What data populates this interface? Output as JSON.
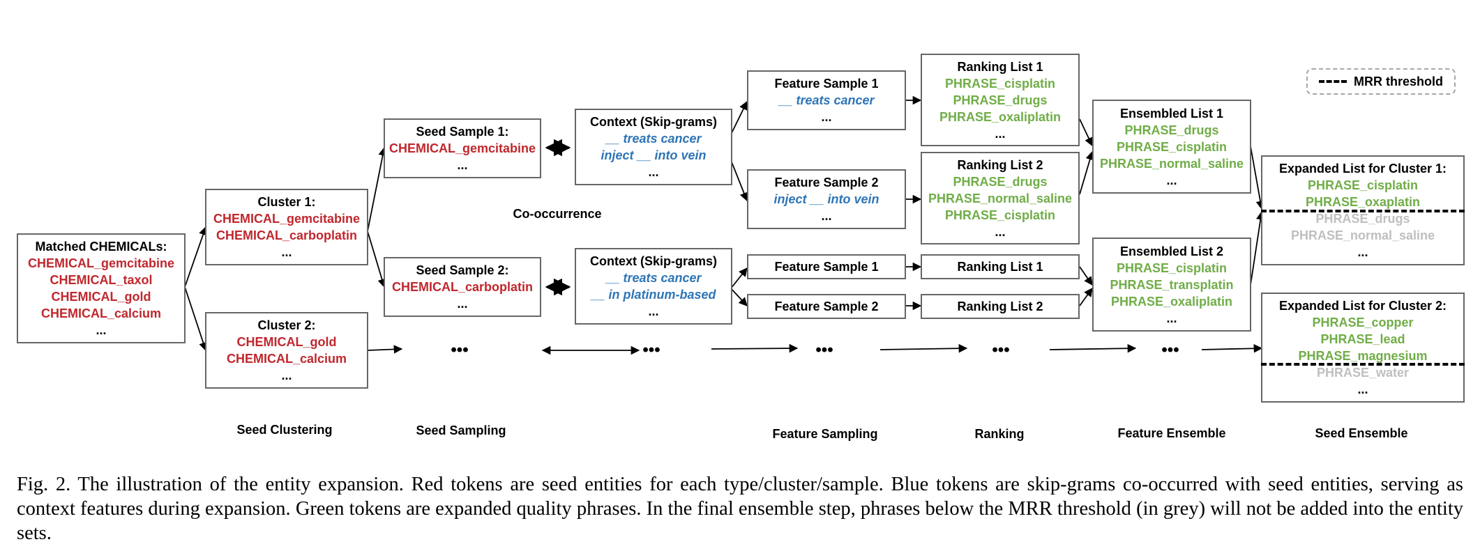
{
  "boxes": {
    "matched": {
      "title": "Matched CHEMICALs:",
      "items": [
        "CHEMICAL_gemcitabine",
        "CHEMICAL_taxol",
        "CHEMICAL_gold",
        "CHEMICAL_calcium",
        "..."
      ]
    },
    "cluster1": {
      "title": "Cluster 1:",
      "items": [
        "CHEMICAL_gemcitabine",
        "CHEMICAL_carboplatin",
        "..."
      ]
    },
    "cluster2": {
      "title": "Cluster 2:",
      "items": [
        "CHEMICAL_gold",
        "CHEMICAL_calcium",
        "..."
      ]
    },
    "seed1": {
      "title": "Seed Sample 1:",
      "items": [
        "CHEMICAL_gemcitabine",
        "..."
      ]
    },
    "seed2": {
      "title": "Seed Sample 2:",
      "items": [
        "CHEMICAL_carboplatin",
        "..."
      ]
    },
    "context1": {
      "title": "Context (Skip-grams)",
      "items": [
        "__ treats cancer",
        "inject __ into vein",
        "..."
      ]
    },
    "context2": {
      "title": "Context (Skip-grams)",
      "items": [
        "__ treats cancer",
        "__ in platinum-based",
        "..."
      ]
    },
    "feat1a": {
      "title": "Feature Sample 1",
      "items": [
        "__ treats cancer",
        "..."
      ]
    },
    "feat1b": {
      "title": "Feature Sample 2",
      "items": [
        "inject __ into vein",
        "..."
      ]
    },
    "feat2a": {
      "title": "Feature Sample 1"
    },
    "feat2b": {
      "title": "Feature Sample 2"
    },
    "rank1a": {
      "title": "Ranking List 1",
      "items": [
        "PHRASE_cisplatin",
        "PHRASE_drugs",
        "PHRASE_oxaliplatin",
        "..."
      ]
    },
    "rank1b": {
      "title": "Ranking List 2",
      "items": [
        "PHRASE_drugs",
        "PHRASE_normal_saline",
        "PHRASE_cisplatin",
        "..."
      ]
    },
    "rank2a": {
      "title": "Ranking List 1"
    },
    "rank2b": {
      "title": "Ranking List 2"
    },
    "ens1": {
      "title": "Ensembled List 1",
      "items": [
        "PHRASE_drugs",
        "PHRASE_cisplatin",
        "PHRASE_normal_saline",
        "..."
      ]
    },
    "ens2": {
      "title": "Ensembled List 2",
      "items": [
        "PHRASE_cisplatin",
        "PHRASE_transplatin",
        "PHRASE_oxaliplatin",
        "..."
      ]
    },
    "exp1": {
      "title": "Expanded List for Cluster 1:",
      "items": [
        "PHRASE_cisplatin",
        "PHRASE_oxaplatin",
        "PHRASE_drugs",
        "PHRASE_normal_saline",
        "..."
      ]
    },
    "exp2": {
      "title": "Expanded List for Cluster 2:",
      "items": [
        "PHRASE_copper",
        "PHRASE_lead",
        "PHRASE_magnesium",
        "PHRASE_water",
        "..."
      ]
    }
  },
  "co_occurrence_label": "Co-occurrence",
  "ellipsis": "•••",
  "legend_label": "MRR threshold",
  "stages": [
    "Seed Clustering",
    "Seed Sampling",
    "Feature Sampling",
    "Ranking",
    "Feature Ensemble",
    "Seed Ensemble"
  ],
  "caption": "Fig. 2.  The illustration of the entity expansion. Red tokens are seed entities for each type/cluster/sample. Blue tokens are skip-grams co-occurred with seed entities, serving as context features during expansion. Green tokens are expanded quality phrases. In the final ensemble step, phrases below the MRR threshold (in grey) will not be added into the entity sets.",
  "colors": {
    "seed_red": "#c0272d",
    "context_blue": "#2e75b6",
    "phrase_green": "#70ad47",
    "below_threshold_grey": "#bfbfbf",
    "box_border": "#666666"
  }
}
